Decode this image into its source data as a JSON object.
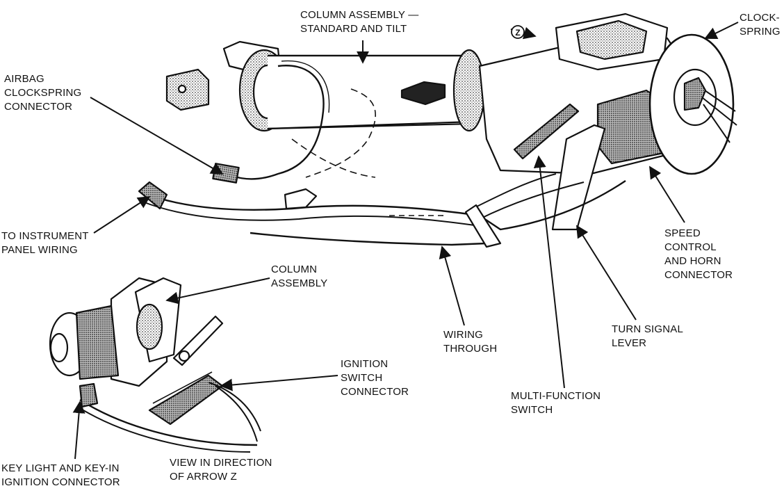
{
  "labels": {
    "column_assembly_top": [
      "COLUMN ASSEMBLY —",
      "STANDARD AND TILT"
    ],
    "clockspring": [
      "CLOCK-",
      "SPRING"
    ],
    "airbag_connector": [
      "AIRBAG",
      "CLOCKSPRING",
      "CONNECTOR"
    ],
    "instrument_panel": [
      "TO INSTRUMENT",
      "PANEL WIRING"
    ],
    "speed_control": [
      "SPEED",
      "CONTROL",
      "AND HORN",
      "CONNECTOR"
    ],
    "column_assembly_inset": [
      "COLUMN",
      "ASSEMBLY"
    ],
    "wiring_through": [
      "WIRING",
      "THROUGH"
    ],
    "turn_signal": [
      "TURN SIGNAL",
      "LEVER"
    ],
    "ignition_switch": [
      "IGNITION",
      "SWITCH",
      "CONNECTOR"
    ],
    "multi_function": [
      "MULTI-FUNCTION",
      "SWITCH"
    ],
    "key_light": [
      "KEY LIGHT AND KEY-IN",
      "IGNITION CONNECTOR"
    ],
    "view_direction": [
      "VIEW IN DIRECTION",
      "OF ARROW Z"
    ]
  },
  "arrow_marker": "Z",
  "colors": {
    "ink": "#111111",
    "shade": "#8a8a8a",
    "background": "#ffffff"
  }
}
